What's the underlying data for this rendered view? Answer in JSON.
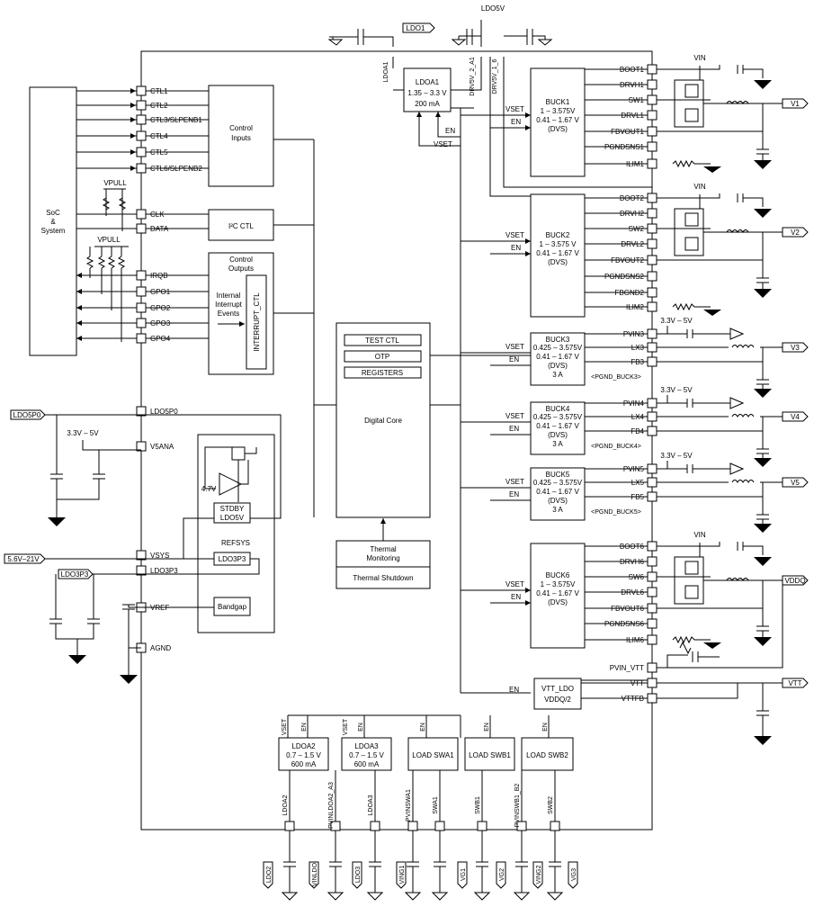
{
  "chip": {
    "soc_label_1": "SoC",
    "soc_label_2": "&",
    "soc_label_3": "System",
    "control_inputs_1": "Control",
    "control_inputs_2": "Inputs",
    "i2c": "I²C CTL",
    "control_outputs_1": "Control",
    "control_outputs_2": "Outputs",
    "internal_1": "Internal",
    "internal_2": "Interrupt",
    "internal_3": "Events",
    "interrupt_ctl": "INTERRUPT_CTL",
    "digital_core": "Digital Core",
    "test_ctl": "TEST CTL",
    "otp": "OTP",
    "registers": "REGISTERS",
    "thermal_mon_1": "Thermal",
    "thermal_mon_2": "Monitoring",
    "thermal_shutdown": "Thermal Shutdown",
    "refsys": "REFSYS",
    "stdby_1": "STDBY",
    "stdby_2": "LDO5V",
    "ldo3p3_blk": "LDO3P3",
    "bandgap": "Bandgap",
    "v47": "4.7V",
    "vpull1": "VPULL",
    "vpull2": "VPULL",
    "v33_5_a": "3.3V – 5V",
    "ldo5v_top": "LDO5V",
    "ldo1_tag": "LDO1",
    "ldo5p0_tag": "LDO5P0",
    "ldo3p3_tag": "LDO3P3",
    "vin_range_tag": "5.6V–21V"
  },
  "left_pins": [
    "CTL1",
    "CTL2",
    "CTL3/SLPENB1",
    "CTL4",
    "CTL5",
    "CTL6/SLPENB2",
    "CLK",
    "DATA",
    "IRQB",
    "GPO1",
    "GPO2",
    "GPO3",
    "GPO4",
    "LDO5P0",
    "V5ANA",
    "VSYS",
    "LDO3P3",
    "VREF",
    "AGND"
  ],
  "ldoa1": {
    "name": "LDOA1",
    "range": "1.35 – 3.3 V",
    "current": "200 mA",
    "pin_ldoa1": "LDOA1",
    "pin_drv2": "DRV5V_2_A1",
    "pin_drv1": "DRV5V_1_6",
    "en": "EN",
    "vset": "VSET"
  },
  "bucks_big": [
    {
      "name": "BUCK1",
      "r1": "1 – 3.575V",
      "r2": "0.41 – 1.67 V",
      "r3": "(DVS)",
      "pins": [
        "BOOT1",
        "DRVH1",
        "SW1",
        "DRVL1",
        "FBVOUT1",
        "PGNDSNS1",
        "ILIM1"
      ],
      "out": "V1",
      "vin": "VIN"
    },
    {
      "name": "BUCK2",
      "r1": "1 – 3.575 V",
      "r2": "0.41 – 1.67 V",
      "r3": "(DVS)",
      "pins": [
        "BOOT2",
        "DRVH2",
        "SW2",
        "DRVL2",
        "FBVOUT2",
        "PGNDSNS2",
        "FBGND2",
        "ILIM2"
      ],
      "out": "V2",
      "vin": "VIN"
    },
    {
      "name": "BUCK6",
      "r1": "1 – 3.575V",
      "r2": "0.41 – 1.67 V",
      "r3": "(DVS)",
      "pins": [
        "BOOT6",
        "DRVH6",
        "SW6",
        "DRVL6",
        "FBVOUT6",
        "PGNDSNS6",
        "ILIM6"
      ],
      "out": "VDDQ",
      "vin": "VIN"
    }
  ],
  "bucks_small": [
    {
      "name": "BUCK3",
      "r1": "0.425 – 3.575V",
      "r2": "0.41 – 1.67 V",
      "r3": "(DVS)",
      "r4": "3 A",
      "pins": [
        "PVIN3",
        "LX3",
        "FB3"
      ],
      "pgnd": "<PGND_BUCK3>",
      "out": "V3",
      "supply": "3.3V – 5V"
    },
    {
      "name": "BUCK4",
      "r1": "0.425 – 3.575V",
      "r2": "0.41 – 1.67 V",
      "r3": "(DVS)",
      "r4": "3 A",
      "pins": [
        "PVIN4",
        "LX4",
        "FB4"
      ],
      "pgnd": "<PGND_BUCK4>",
      "out": "V4",
      "supply": "3.3V – 5V"
    },
    {
      "name": "BUCK5",
      "r1": "0.425 – 3.575V",
      "r2": "0.41 – 1.67 V",
      "r3": "(DVS)",
      "r4": "3 A",
      "pins": [
        "PVIN5",
        "LX5",
        "FB5"
      ],
      "pgnd": "<PGND_BUCK5>",
      "out": "V5",
      "supply": "3.3V – 5V"
    }
  ],
  "vtt": {
    "name": "VTT_LDO",
    "sub": "VDDQ/2",
    "pins": [
      "PVIN_VTT",
      "VTT",
      "VTTFB"
    ],
    "out": "VTT",
    "en": "EN"
  },
  "vsets": {
    "vset": "VSET",
    "en": "EN"
  },
  "bottom_blocks": [
    {
      "name": "LDOA2",
      "r1": "0.7 – 1.5 V",
      "r2": "600 mA"
    },
    {
      "name": "LDOA3",
      "r1": "0.7 – 1.5 V",
      "r2": "600 mA"
    },
    {
      "name": "LOAD SWA1"
    },
    {
      "name": "LOAD SWB1"
    },
    {
      "name": "LOAD SWB2"
    }
  ],
  "bottom_pins": [
    "LDOA2",
    "PVINLDOA2_A3",
    "LDOA3",
    "PVINSWA1",
    "SWA1",
    "SWB1",
    "PVINSWB1_B2",
    "SWB2"
  ],
  "bottom_tags": [
    "LDO2",
    "VINLDO",
    "LDO3",
    "VING1",
    "VG1",
    "VG2",
    "VING2",
    "VG3"
  ]
}
